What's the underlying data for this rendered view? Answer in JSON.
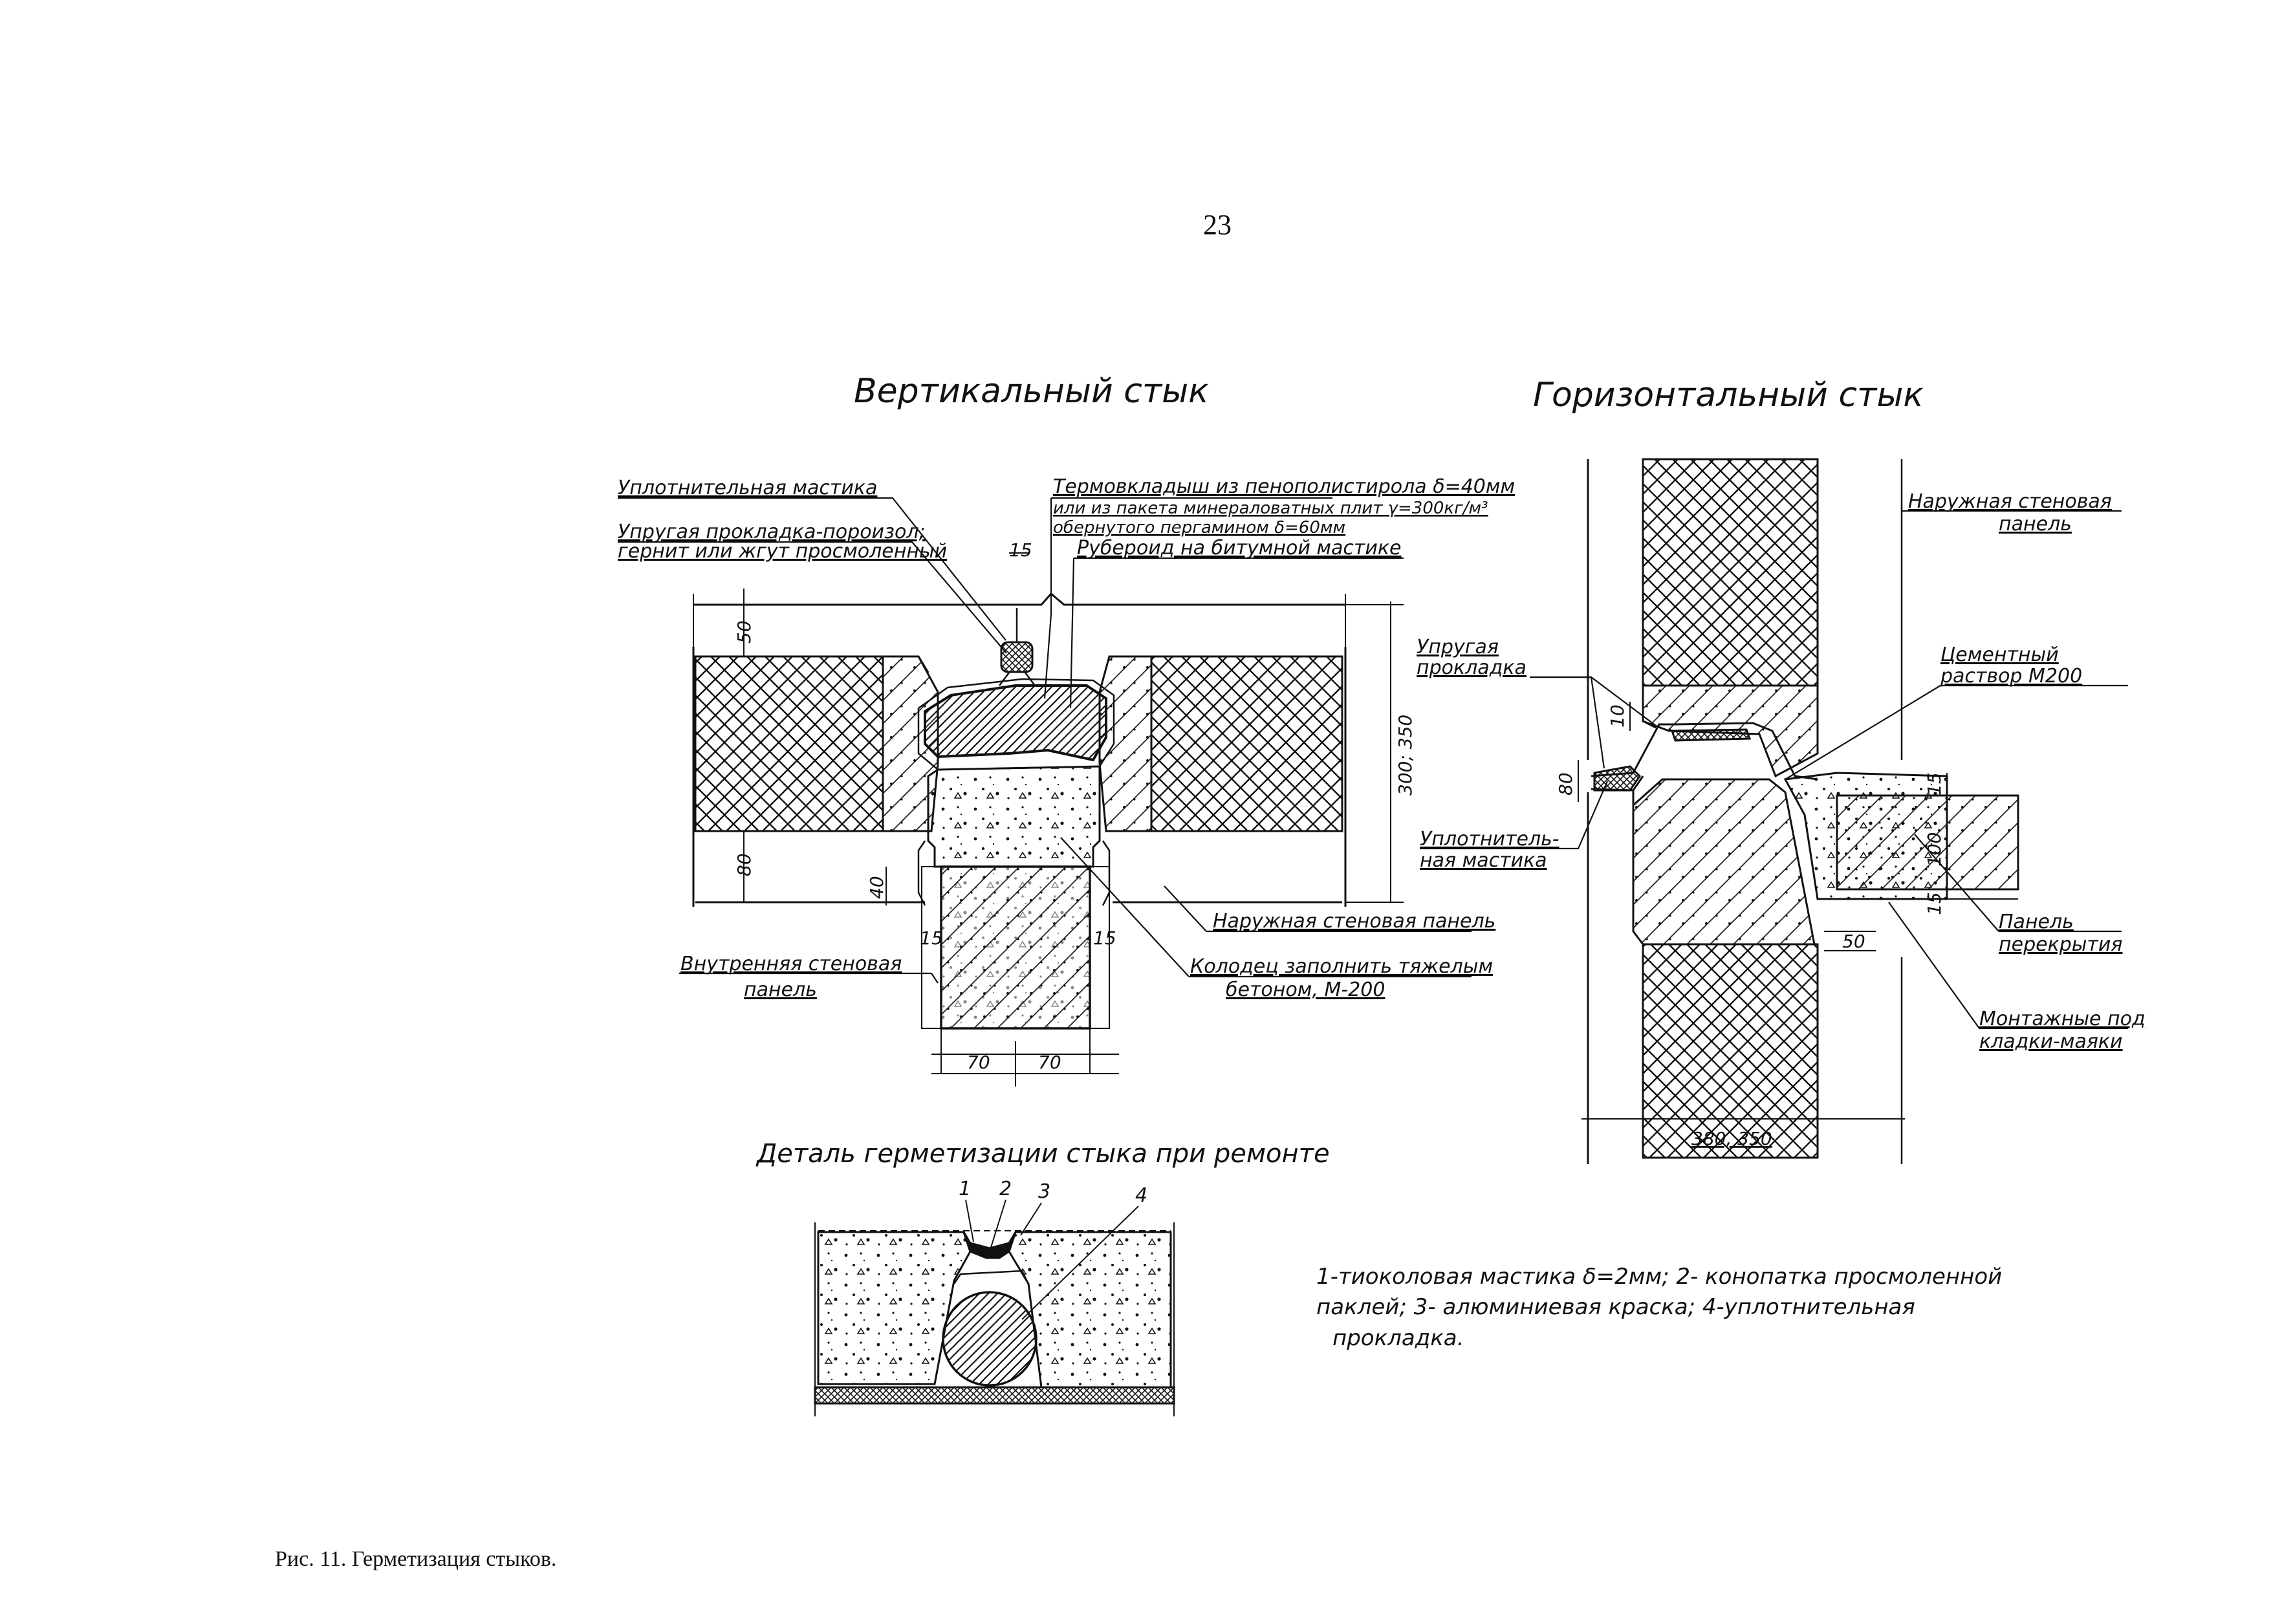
{
  "page_number": "23",
  "caption": "Рис. 11. Герметизация стыков.",
  "vertical_joint": {
    "title": "Вертикальный стык",
    "labels": {
      "mastic": "Уплотнительная мастика",
      "gasket_1": "Упругая прокладка-пороизол;",
      "gasket_2": "гернит или жгут просмоленный",
      "thermo_1": "Термовкладыш из пенополистирола δ=40мм",
      "thermo_2": "или из пакета минераловатных плит γ=300кг/м³",
      "thermo_3": "обернутого пергамином δ=60мм",
      "ruberoid": "Рубероид на битумной мастике",
      "outer_panel": "Наружная стеновая панель",
      "inner_panel_1": "Внутренняя стеновая",
      "inner_panel_2": "панель",
      "well_1": "Колодец заполнить тяжелым",
      "well_2": "бетоном, М-200"
    },
    "dims": {
      "d15": "15",
      "d50": "50",
      "d300": "300; 350",
      "d80": "80",
      "d40": "40",
      "d15a": "15",
      "d15b": "15",
      "d70a": "70",
      "d70b": "70"
    }
  },
  "horizontal_joint": {
    "title": "Горизонтальный стык",
    "labels": {
      "outer_panel_1": "Наружная стеновая",
      "outer_panel_2": "панель",
      "gasket_1": "Упругая",
      "gasket_2": "прокладка",
      "cement_1": "Цементный",
      "cement_2": "раствор М200",
      "mastic_1": "Уплотнитель-",
      "mastic_2": "ная мастика",
      "floor_panel_1": "Панель",
      "floor_panel_2": "перекрытия",
      "mount_1": "Монтажные под",
      "mount_2": "кладки-маяки"
    },
    "dims": {
      "d10": "10",
      "d80": "80",
      "d15a": "15",
      "d100": "100",
      "d15b": "15",
      "d50": "50",
      "d380": "380, 350"
    }
  },
  "detail": {
    "title": "Деталь герметизации стыка при ремонте",
    "callouts": [
      "1",
      "2",
      "3",
      "4"
    ],
    "legend_1": "1-тиоколовая мастика δ=2мм; 2- конопатка просмоленной",
    "legend_2": "паклей; 3- алюминиевая краска; 4-уплотнительная",
    "legend_3": "прокладка."
  }
}
